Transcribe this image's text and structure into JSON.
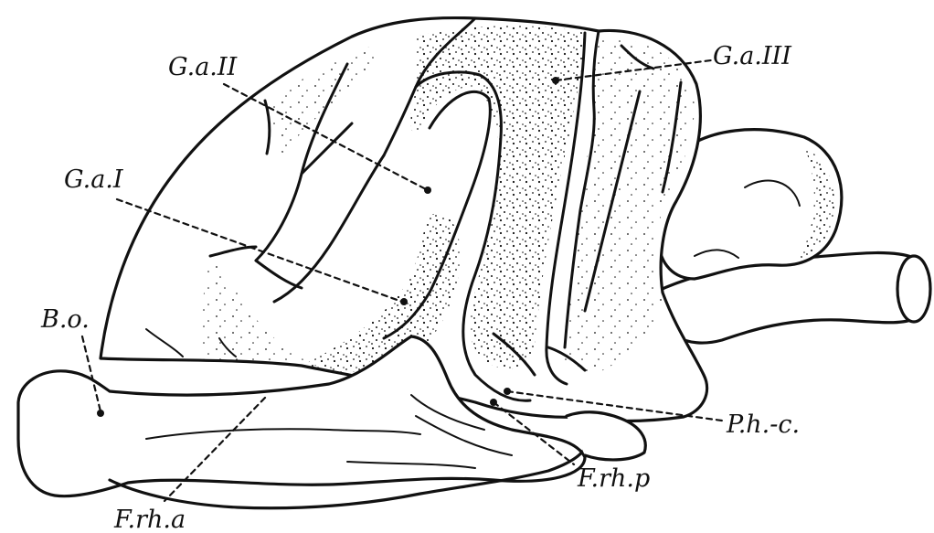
{
  "labels": {
    "ga2": "G.a.II",
    "ga3": "G.a.III",
    "ga1": "G.a.I",
    "bo": "B.o.",
    "phc": "P.h.-c.",
    "frhp": "F.rh.p",
    "frha": "F.rh.a"
  }
}
